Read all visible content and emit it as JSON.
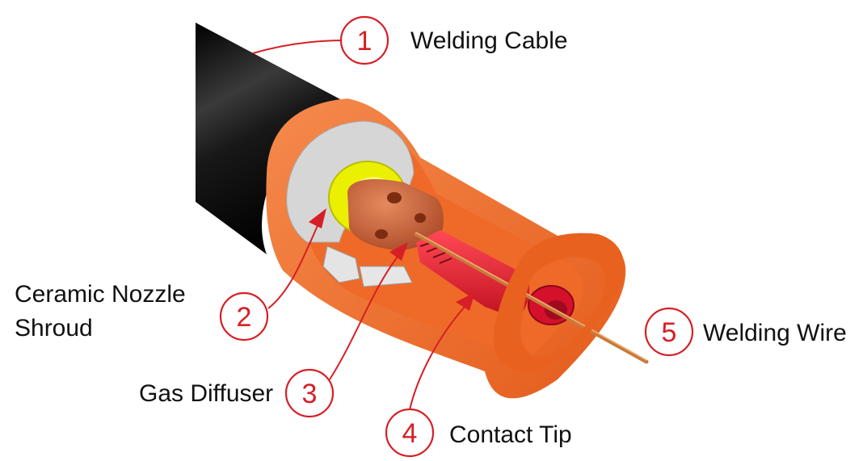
{
  "colors": {
    "accent": "#d61f26",
    "nozzle": "#f0702e",
    "cable": "#0a0a0a",
    "diffuser": "#c45a2e",
    "insulator": "#eaf000",
    "contact_tip": "#e8222e"
  },
  "callouts": [
    {
      "number": "1",
      "label": "Welding Cable"
    },
    {
      "number": "2",
      "label_lines": [
        "Ceramic Nozzle",
        "Shroud"
      ]
    },
    {
      "number": "3",
      "label": "Gas Diffuser"
    },
    {
      "number": "4",
      "label": "Contact Tip"
    },
    {
      "number": "5",
      "label": "Welding Wire"
    }
  ]
}
